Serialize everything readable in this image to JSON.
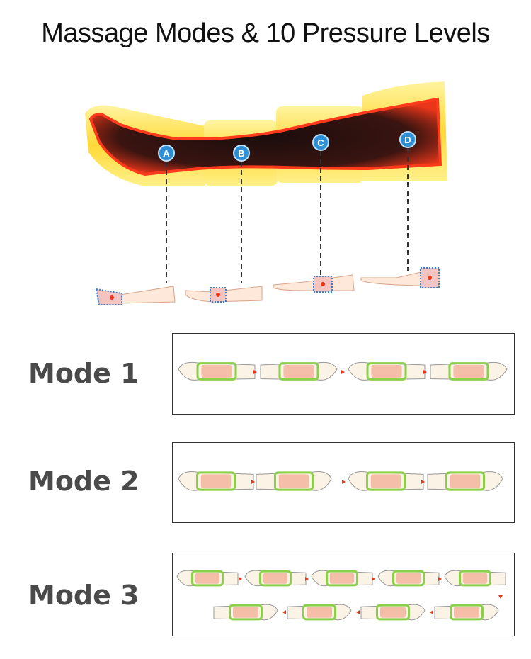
{
  "title": "Massage Modes & 10 Pressure Levels",
  "colors": {
    "sleeve_yellow": "#ffe04a",
    "heat_red": "#e8361a",
    "marker_blue": "#2f8fd6",
    "chamber_green": "#8bd04a",
    "leg_pink": "#f2a68e"
  },
  "markers": [
    {
      "letter": "A"
    },
    {
      "letter": "B"
    },
    {
      "letter": "C"
    },
    {
      "letter": "D"
    }
  ],
  "modes": [
    {
      "label": "Mode 1"
    },
    {
      "label": "Mode 2"
    },
    {
      "label": "Mode 3"
    }
  ]
}
